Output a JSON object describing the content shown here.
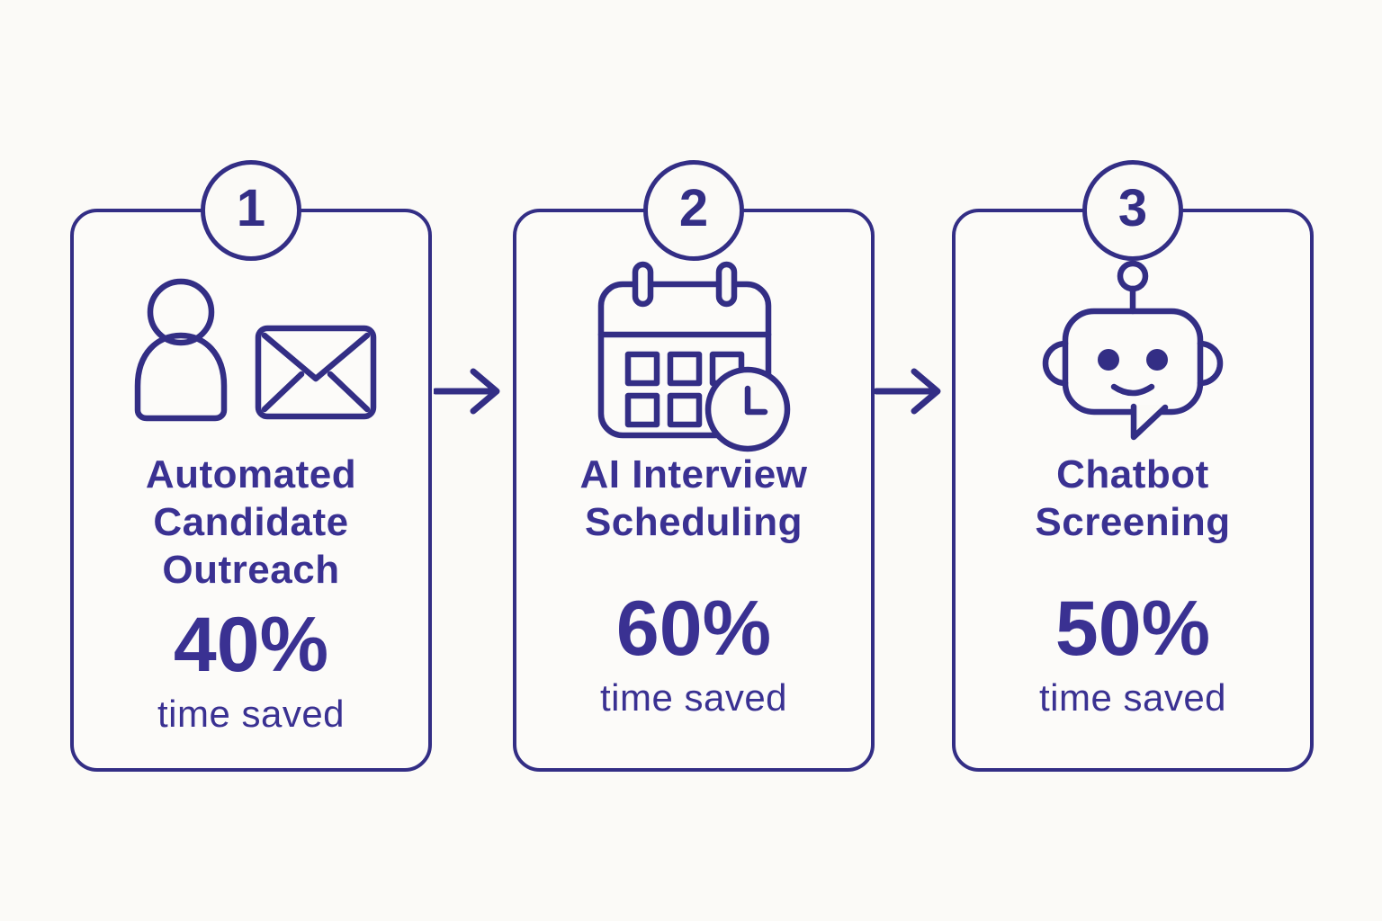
{
  "colors": {
    "accent": "#332e85",
    "text": "#3a3192",
    "background": "#fbfaf7"
  },
  "diagram": {
    "type": "process-flow",
    "steps": [
      {
        "number": "1",
        "title": "Automated\nCandidate\nOutreach",
        "percent": "40%",
        "caption": "time saved",
        "icon": "person-envelope-icon"
      },
      {
        "number": "2",
        "title": "AI Interview\nScheduling",
        "percent": "60%",
        "caption": "time saved",
        "icon": "calendar-clock-icon"
      },
      {
        "number": "3",
        "title": "Chatbot\nScreening",
        "percent": "50%",
        "caption": "time saved",
        "icon": "robot-chat-icon"
      }
    ]
  }
}
